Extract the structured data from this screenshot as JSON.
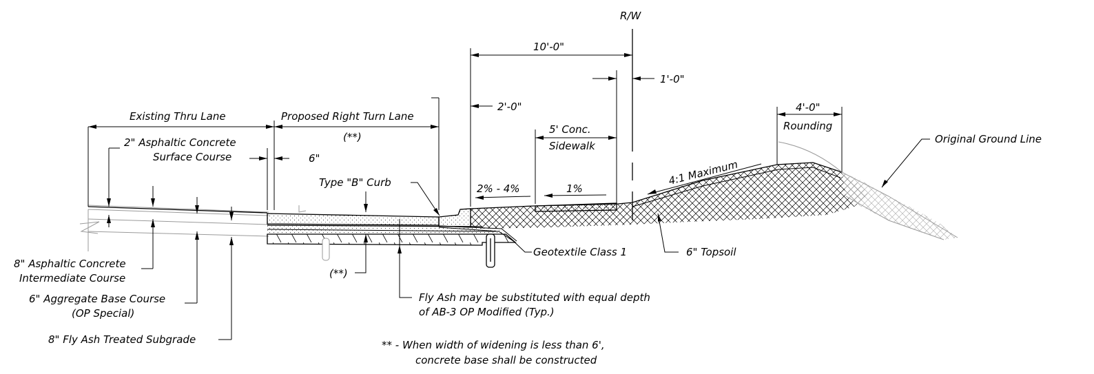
{
  "labels": {
    "rw": "R/W",
    "dim_10ft": "10'-0\"",
    "dim_1ft": "1'-0\"",
    "dim_2ft": "2'-0\"",
    "dim_4ft": "4'-0\"",
    "rounding": "Rounding",
    "existing_lane": "Existing Thru Lane",
    "proposed_lane": "Proposed Right Turn Lane",
    "double_star_top": "(**)",
    "surface_course_1": "2\" Asphaltic Concrete",
    "surface_course_2": "Surface Course",
    "dim_6in": "6\"",
    "sidewalk_1": "5' Conc.",
    "sidewalk_2": "Sidewalk",
    "original_ground": "Original Ground Line",
    "slope_max": "4:1 Maximum",
    "curb": "Type \"B\" Curb",
    "slope_2_4": "2% - 4%",
    "slope_1": "1%",
    "geotextile": "Geotextile Class 1",
    "topsoil": "6\" Topsoil",
    "intermediate_1": "8\" Asphaltic Concrete",
    "intermediate_2": "Intermediate Course",
    "aggregate_1": "6\" Aggregate Base Course",
    "aggregate_2": "(OP Special)",
    "subgrade": "8\" Fly Ash Treated Subgrade",
    "double_star_bottom": "(**)",
    "flyash_note_1": "Fly Ash may be substituted with equal depth",
    "flyash_note_2": "of AB-3 OP Modified (Typ.)",
    "footnote_1": "** - When width of widening is less than 6',",
    "footnote_2": "concrete base shall be constructed"
  }
}
